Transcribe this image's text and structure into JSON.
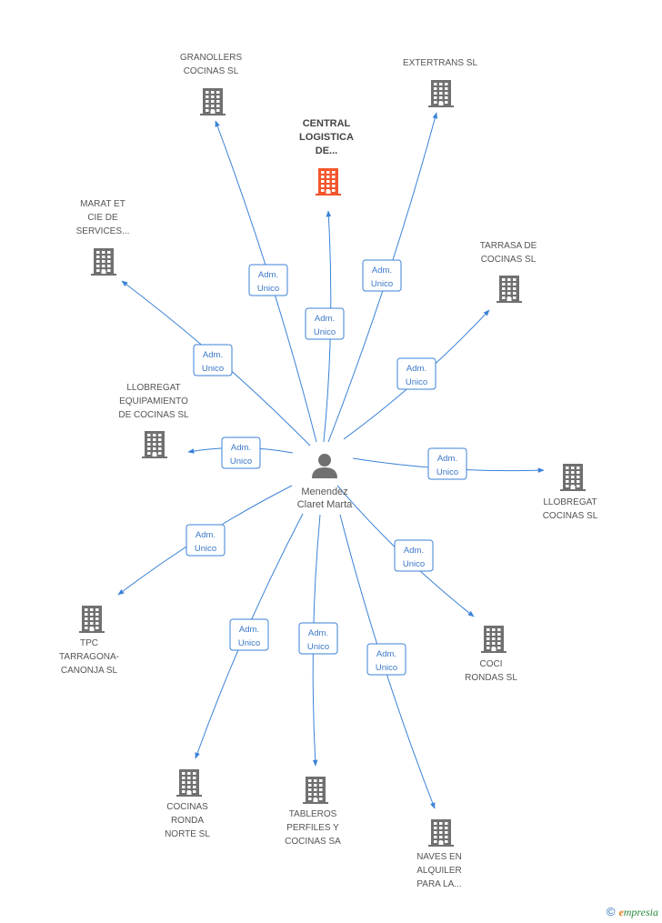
{
  "colors": {
    "edge": "#3b82d6",
    "building": "#707070",
    "building_highlight": "#f2552c",
    "person": "#707070"
  },
  "center": {
    "name_lines": [
      "Menendez",
      "Claret Marta"
    ],
    "icon": "person-icon"
  },
  "nodes": [
    {
      "id": "granollers",
      "label_lines": [
        "GRANOLLERS",
        "COCINAS SL"
      ],
      "highlight": false,
      "icon": "building-icon"
    },
    {
      "id": "extertrans",
      "label_lines": [
        "EXTERTRANS SL"
      ],
      "highlight": false,
      "icon": "building-icon"
    },
    {
      "id": "central",
      "label_lines": [
        "CENTRAL",
        "LOGISTICA",
        "DE..."
      ],
      "highlight": true,
      "icon": "building-icon"
    },
    {
      "id": "marat",
      "label_lines": [
        "MARAT ET",
        "CIE DE",
        "SERVICES..."
      ],
      "highlight": false,
      "icon": "building-icon"
    },
    {
      "id": "tarrasa",
      "label_lines": [
        "TARRASA DE",
        "COCINAS SL"
      ],
      "highlight": false,
      "icon": "building-icon"
    },
    {
      "id": "llobregat-equip",
      "label_lines": [
        "LLOBREGAT",
        "EQUIPAMIENTO",
        "DE COCINAS SL"
      ],
      "highlight": false,
      "icon": "building-icon"
    },
    {
      "id": "llobregat-cocinas",
      "label_lines": [
        "LLOBREGAT",
        "COCINAS SL"
      ],
      "highlight": false,
      "icon": "building-icon"
    },
    {
      "id": "tpc",
      "label_lines": [
        "TPC",
        "TARRAGONA-",
        "CANONJA SL"
      ],
      "highlight": false,
      "icon": "building-icon"
    },
    {
      "id": "coci-rondas",
      "label_lines": [
        "COCI",
        "RONDAS SL"
      ],
      "highlight": false,
      "icon": "building-icon"
    },
    {
      "id": "cocinas-ronda",
      "label_lines": [
        "COCINAS",
        "RONDA",
        "NORTE SL"
      ],
      "highlight": false,
      "icon": "building-icon"
    },
    {
      "id": "tableros",
      "label_lines": [
        "TABLEROS",
        "PERFILES Y",
        "COCINAS SA"
      ],
      "highlight": false,
      "icon": "building-icon"
    },
    {
      "id": "naves",
      "label_lines": [
        "NAVES EN",
        "ALQUILER",
        "PARA LA..."
      ],
      "highlight": false,
      "icon": "building-icon"
    }
  ],
  "edge_label_lines": [
    "Adm.",
    "Unico"
  ],
  "watermark": {
    "symbol": "©",
    "brand_initial": "e",
    "brand_rest": "mpresia"
  }
}
